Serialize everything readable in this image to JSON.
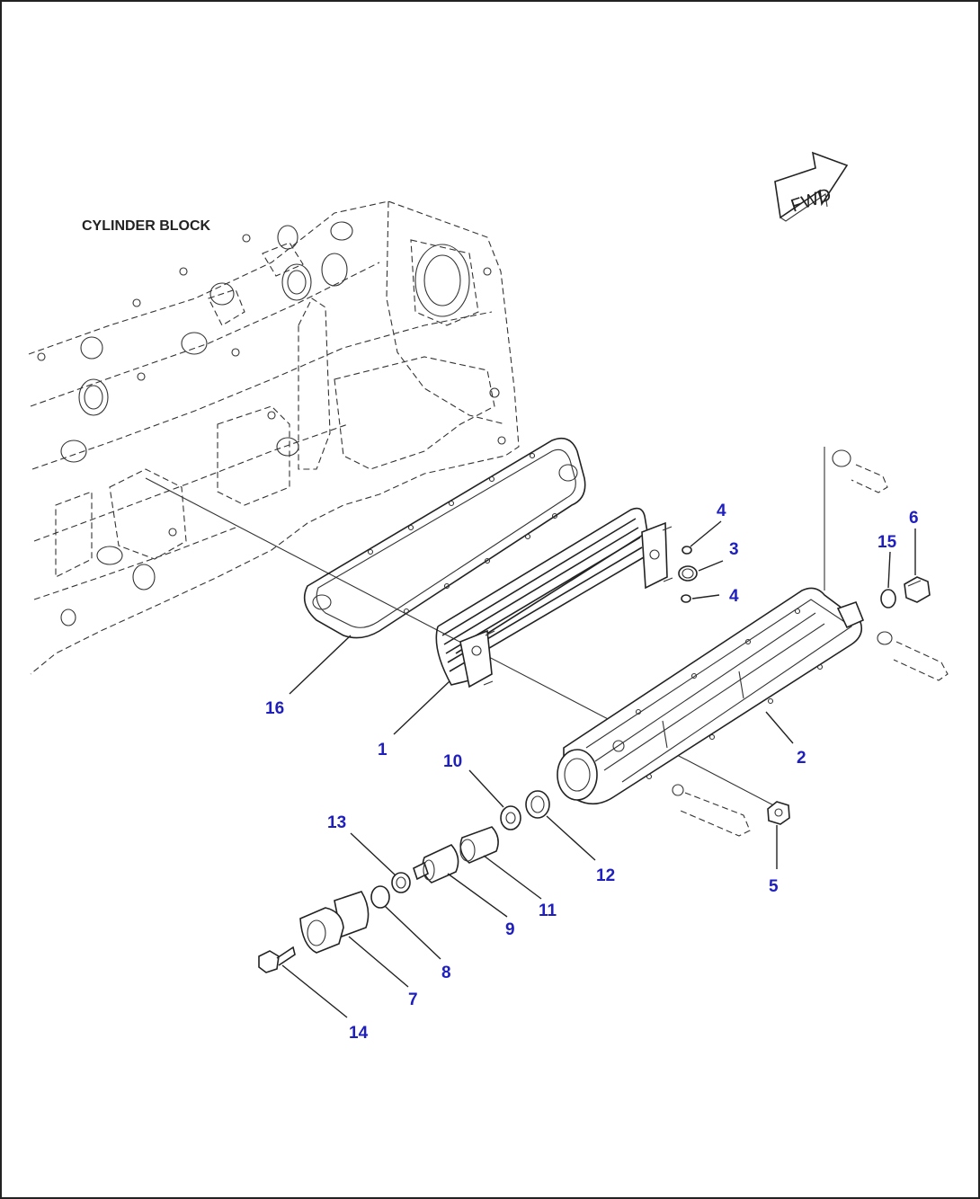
{
  "labels": {
    "cylinder_block": "CYLINDER BLOCK",
    "fwd": "FWD"
  },
  "callouts": [
    {
      "id": "1",
      "text": "1"
    },
    {
      "id": "2",
      "text": "2"
    },
    {
      "id": "3",
      "text": "3"
    },
    {
      "id": "4a",
      "text": "4"
    },
    {
      "id": "4b",
      "text": "4"
    },
    {
      "id": "5",
      "text": "5"
    },
    {
      "id": "6",
      "text": "6"
    },
    {
      "id": "7",
      "text": "7"
    },
    {
      "id": "8",
      "text": "8"
    },
    {
      "id": "9",
      "text": "9"
    },
    {
      "id": "10",
      "text": "10"
    },
    {
      "id": "11",
      "text": "11"
    },
    {
      "id": "12",
      "text": "12"
    },
    {
      "id": "13",
      "text": "13"
    },
    {
      "id": "14",
      "text": "14"
    },
    {
      "id": "15",
      "text": "15"
    },
    {
      "id": "16",
      "text": "16"
    }
  ],
  "colors": {
    "callout": "#1f1fbf",
    "line": "#222222"
  }
}
